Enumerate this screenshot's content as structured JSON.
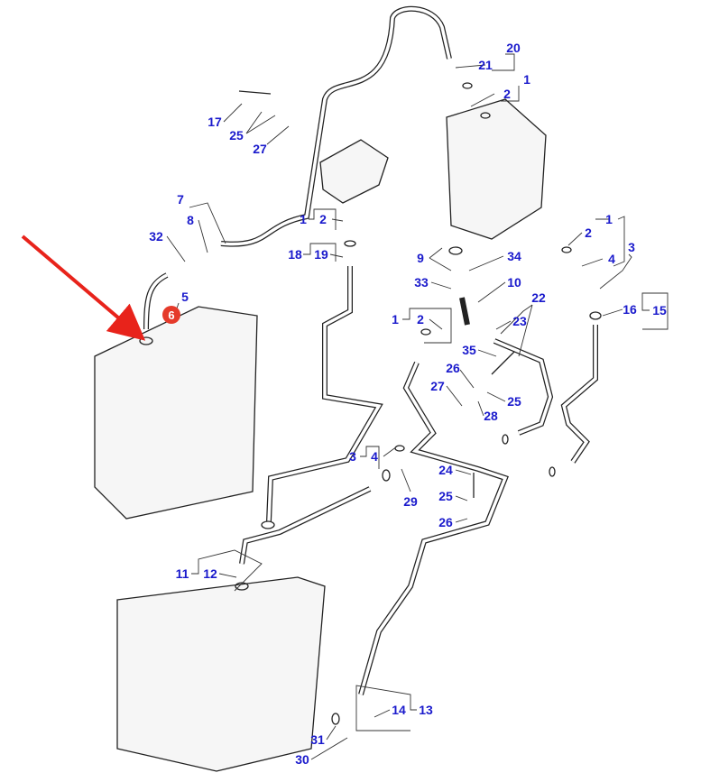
{
  "colors": {
    "callout": "#1a1acc",
    "arrow": "#e8231b",
    "highlight": "#e53a2a",
    "line": "#222222"
  },
  "highlighted_part": "6",
  "callouts": [
    {
      "id": "c20",
      "text": "20"
    },
    {
      "id": "c21",
      "text": "21"
    },
    {
      "id": "c1a",
      "text": "1"
    },
    {
      "id": "c2a",
      "text": "2"
    },
    {
      "id": "c17",
      "text": "17"
    },
    {
      "id": "c25a",
      "text": "25"
    },
    {
      "id": "c27a",
      "text": "27"
    },
    {
      "id": "c7",
      "text": "7"
    },
    {
      "id": "c8",
      "text": "8"
    },
    {
      "id": "c32",
      "text": "32"
    },
    {
      "id": "c1b",
      "text": "1"
    },
    {
      "id": "c2b",
      "text": "2"
    },
    {
      "id": "c18",
      "text": "18"
    },
    {
      "id": "c19",
      "text": "19"
    },
    {
      "id": "c1c",
      "text": "1"
    },
    {
      "id": "c2c",
      "text": "2"
    },
    {
      "id": "c3a",
      "text": "3"
    },
    {
      "id": "c4a",
      "text": "4"
    },
    {
      "id": "c9",
      "text": "9"
    },
    {
      "id": "c34",
      "text": "34"
    },
    {
      "id": "c33",
      "text": "33"
    },
    {
      "id": "c10",
      "text": "10"
    },
    {
      "id": "c5",
      "text": "5"
    },
    {
      "id": "c22",
      "text": "22"
    },
    {
      "id": "c16",
      "text": "16"
    },
    {
      "id": "c15",
      "text": "15"
    },
    {
      "id": "c1d",
      "text": "1"
    },
    {
      "id": "c2d",
      "text": "2"
    },
    {
      "id": "c23",
      "text": "23"
    },
    {
      "id": "c35",
      "text": "35"
    },
    {
      "id": "c26a",
      "text": "26"
    },
    {
      "id": "c27b",
      "text": "27"
    },
    {
      "id": "c25b",
      "text": "25"
    },
    {
      "id": "c28",
      "text": "28"
    },
    {
      "id": "c3b",
      "text": "3"
    },
    {
      "id": "c4b",
      "text": "4"
    },
    {
      "id": "c29",
      "text": "29"
    },
    {
      "id": "c24",
      "text": "24"
    },
    {
      "id": "c25c",
      "text": "25"
    },
    {
      "id": "c26b",
      "text": "26"
    },
    {
      "id": "c11",
      "text": "11"
    },
    {
      "id": "c12",
      "text": "12"
    },
    {
      "id": "c14",
      "text": "14"
    },
    {
      "id": "c13",
      "text": "13"
    },
    {
      "id": "c31",
      "text": "31"
    },
    {
      "id": "c30",
      "text": "30"
    }
  ]
}
